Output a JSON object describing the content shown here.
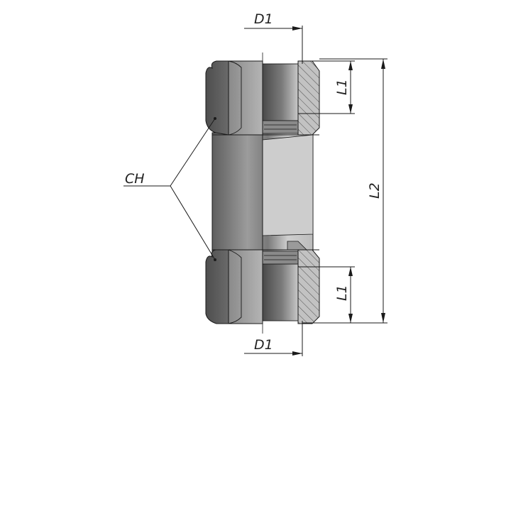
{
  "labels": {
    "d1_top": "D1",
    "d1_bottom": "D1",
    "l1_top": "L1",
    "l1_bottom": "L1",
    "l2": "L2",
    "ch": "CH"
  },
  "colors": {
    "hex_dark": "#5a5a5a",
    "hex_mid": "#9a9a9a",
    "hex_light": "#c4c4c4",
    "body_dark": "#6e6e6e",
    "body_light": "#cfcfcf",
    "bore_dark": "#555555",
    "bore_light": "#bdbdbd",
    "section": "#b8b8b8",
    "line": "#1a1a1a"
  }
}
